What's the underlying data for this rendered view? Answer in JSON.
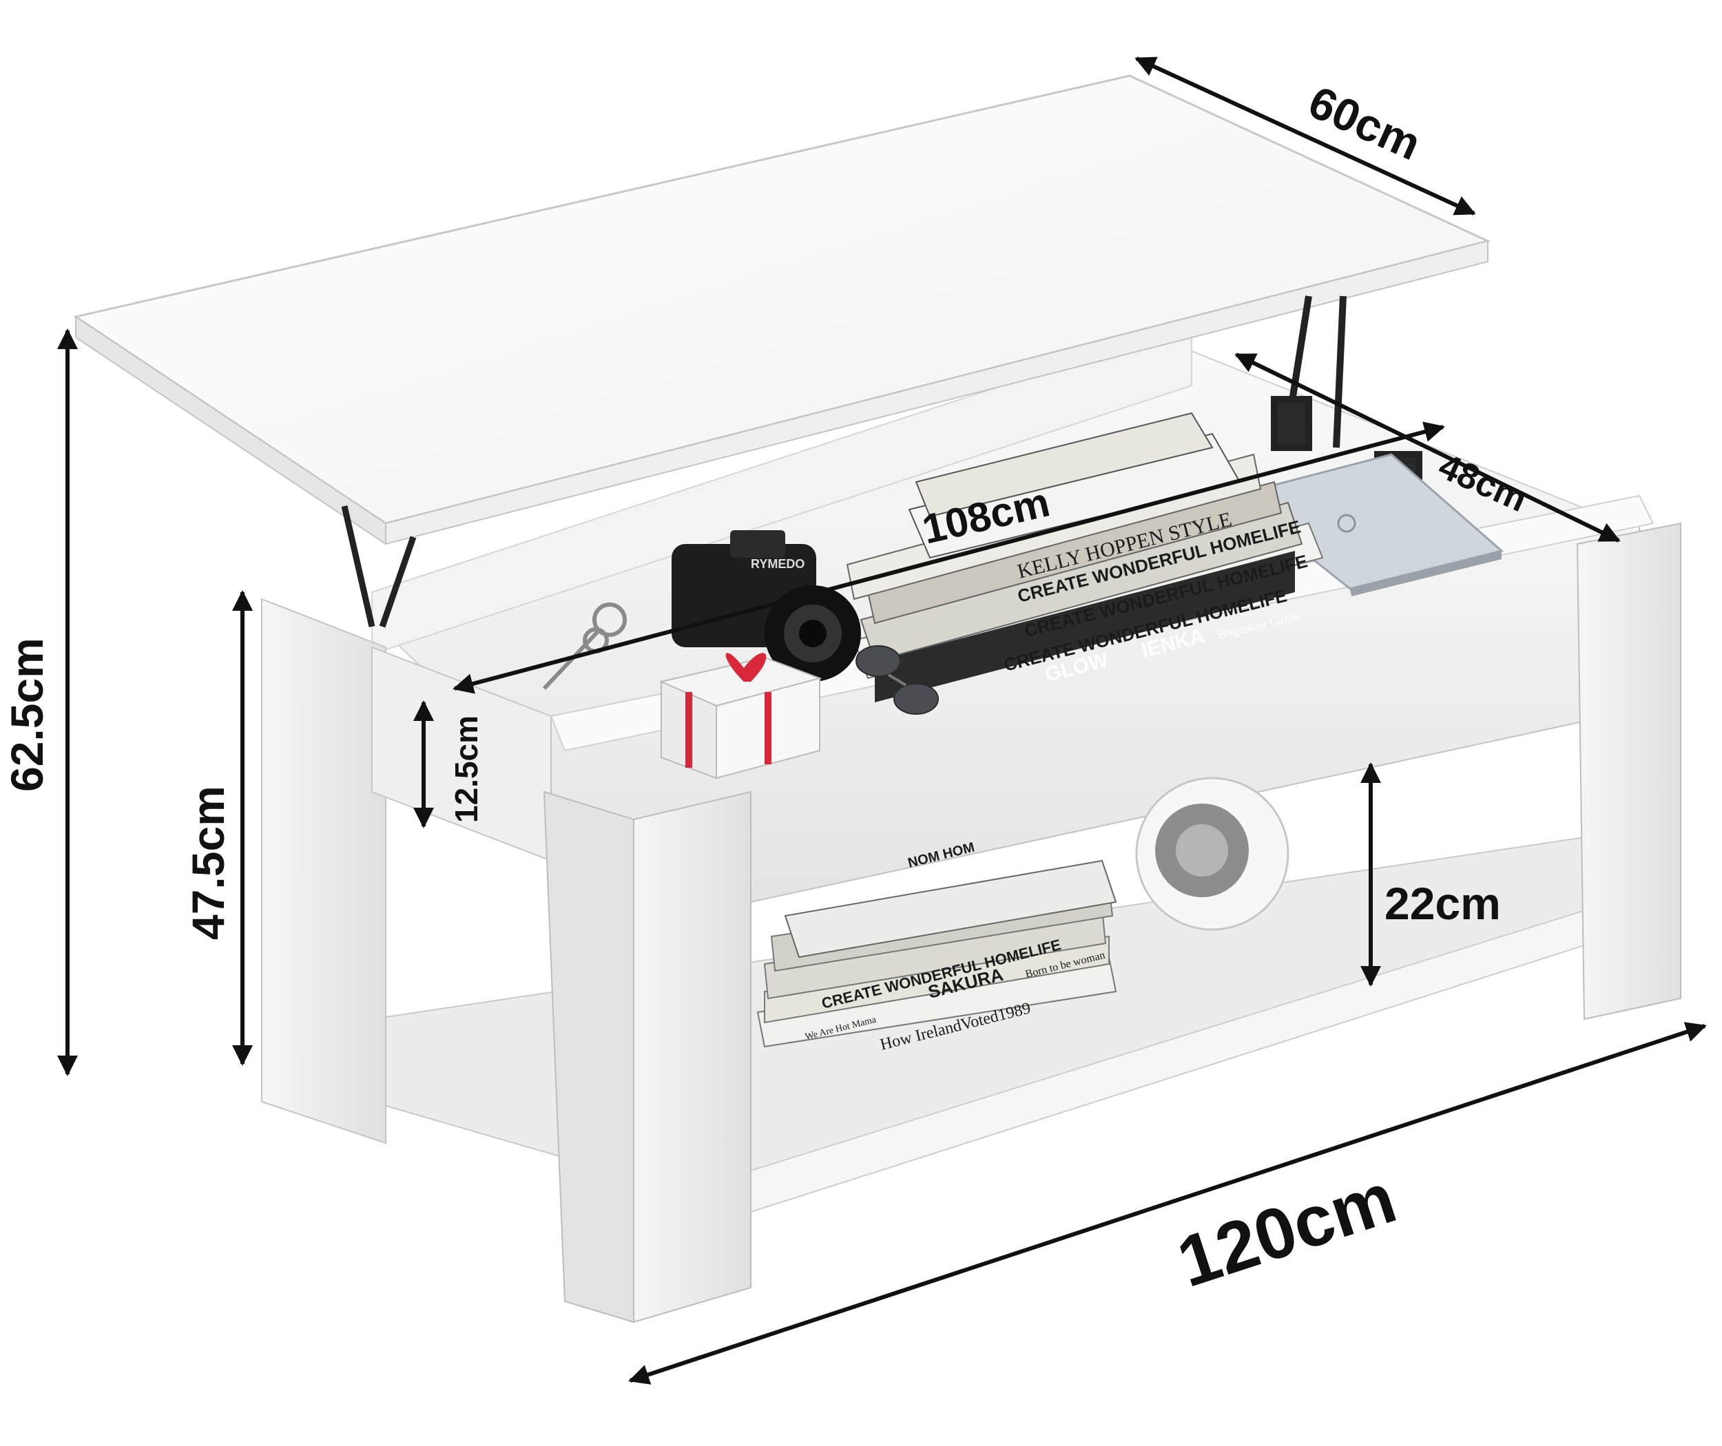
{
  "image": {
    "subject": "white lift-top coffee table with lower shelf",
    "colors": {
      "table": "#ffffff",
      "table_shade": "#e9e9e9",
      "table_edge": "#bdbdbd",
      "dimension": "#111111",
      "mechanism": "#222222",
      "ribbon": "#d9283a"
    }
  },
  "dimensions": {
    "depth_top": "60cm",
    "height_total": "62.5cm",
    "height_body": "47.5cm",
    "storage_depth": "12.5cm",
    "inner_length": "108cm",
    "inner_depth": "48cm",
    "shelf_height": "22cm",
    "length": "120cm"
  },
  "props": {
    "top_books": [
      "KELLY HOPPEN STYLE",
      "CREATE WONDERFUL HOMELIFE",
      "CREATE WONDERFUL HOMELIFE",
      "CREATE WONDERFUL HOMELIFE",
      "GLOW",
      "IENKA",
      "Bogusław Gaźik"
    ],
    "camera_brand": "RYMEDO",
    "shelf_books": [
      "NOM HOM",
      "CREATE WONDERFUL HOMELIFE",
      "SAKURA",
      "Born to be woman",
      "We Are Hot Mama",
      "How IrelandVoted1989"
    ]
  }
}
